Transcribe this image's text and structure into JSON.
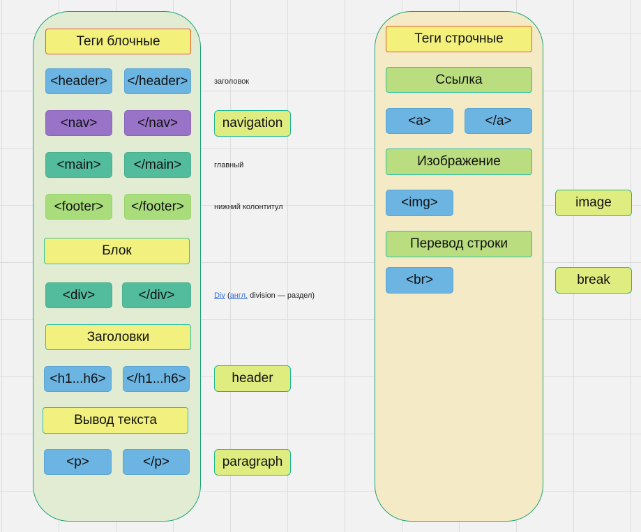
{
  "block": {
    "title": "Теги блочные",
    "rows": [
      {
        "open": "<header>",
        "close": "</header>",
        "note": "заголовок",
        "color": "blue"
      },
      {
        "open": "<nav>",
        "close": "</nav>",
        "side": "navigation",
        "color": "purple"
      },
      {
        "open": "<main>",
        "close": "</main>",
        "note": "главный",
        "color": "teal"
      },
      {
        "open": "<footer>",
        "close": "</footer>",
        "note": "нижний колонтитул",
        "color": "lightgreen"
      }
    ],
    "div_section": {
      "label": "Блок",
      "open": "<div>",
      "close": "</div>",
      "note": {
        "link1": "Div",
        "paren_open": " (",
        "link2": "англ.",
        "text": " division — раздел)"
      }
    },
    "headings_section": {
      "label": "Заголовки",
      "open": "<h1...h6>",
      "close": "</h1...h6>",
      "side": "header"
    },
    "text_section": {
      "label": "Вывод текста",
      "open": "<p>",
      "close": "</p>",
      "side": "paragraph"
    }
  },
  "inline": {
    "title": "Теги строчные",
    "link_section": {
      "label": "Ссылка",
      "open": "<a>",
      "close": "</a>"
    },
    "image_section": {
      "label": "Изображение",
      "tag": "<img>",
      "side": "image"
    },
    "break_section": {
      "label": "Перевод строки",
      "tag": "<br>",
      "side": "break"
    }
  },
  "colors": {
    "panel_left": "#e2ecd2",
    "panel_right": "#f5eac6",
    "panel_border": "#1aa37a",
    "title_fill": "#f3f07c",
    "title_border": "#e25a3a",
    "tag_blue": "#6cb4e2",
    "tag_purple": "#9873c8",
    "tag_teal": "#52bc9c",
    "tag_lightgreen": "#a9dc7b",
    "label_green": "#b9dd7f",
    "side_label": "#dfec80"
  }
}
